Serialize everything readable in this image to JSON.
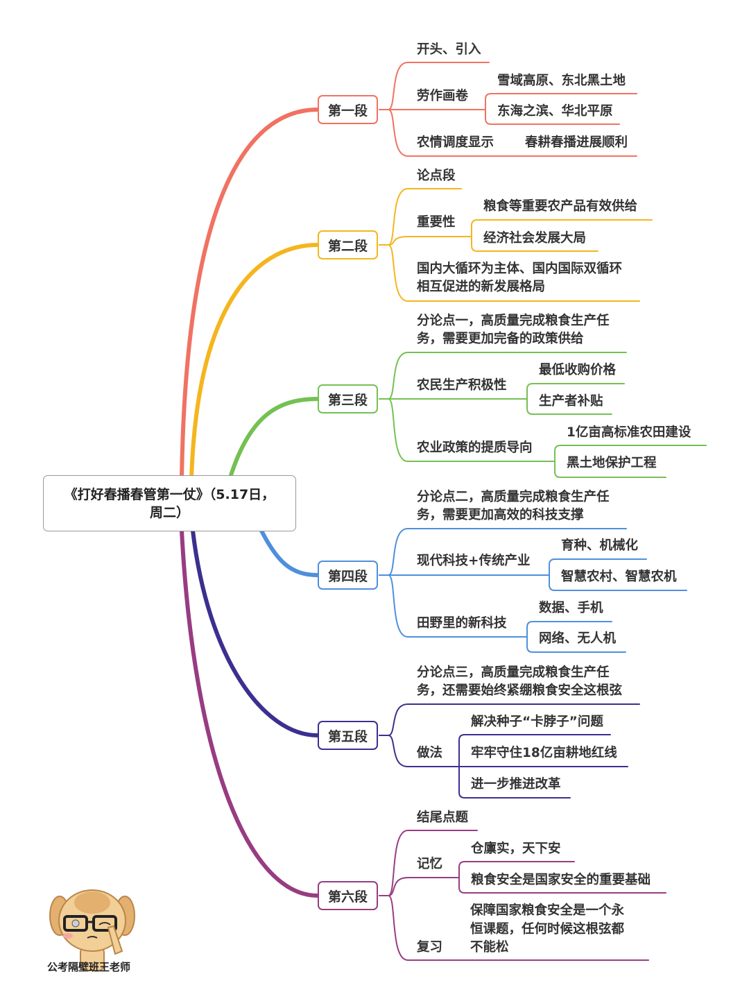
{
  "root": {
    "title": "《打好春播春管第一仗》（5.17日，周二）"
  },
  "colors": {
    "s1": "#f07262",
    "s2": "#f5b51e",
    "s3": "#74c153",
    "s4": "#4f8fdc",
    "s5": "#3b2f8f",
    "s6": "#983c82",
    "text": "#333333"
  },
  "sections": [
    {
      "label": "第一段",
      "children": [
        {
          "text": "开头、引入"
        },
        {
          "text": "劳作画卷",
          "children": [
            {
              "text": "雪域高原、东北黑土地"
            },
            {
              "text": "东海之滨、华北平原"
            }
          ]
        },
        {
          "text": "农情调度显示",
          "note": "春耕春播进展顺利"
        }
      ]
    },
    {
      "label": "第二段",
      "children": [
        {
          "text": "论点段"
        },
        {
          "text": "重要性",
          "children": [
            {
              "text": "粮食等重要农产品有效供给"
            },
            {
              "text": "经济社会发展大局"
            }
          ]
        },
        {
          "text": "国内大循环为主体、国内国际双循环",
          "text2": "相互促进的新发展格局"
        }
      ]
    },
    {
      "label": "第三段",
      "children": [
        {
          "text": "分论点一，高质量完成粮食生产任",
          "text2": "务，需要更加完备的政策供给"
        },
        {
          "text": "农民生产积极性",
          "children": [
            {
              "text": "最低收购价格"
            },
            {
              "text": "生产者补贴"
            }
          ]
        },
        {
          "text": "农业政策的提质导向",
          "children": [
            {
              "text": "1亿亩高标准农田建设"
            },
            {
              "text": "黑土地保护工程"
            }
          ]
        }
      ]
    },
    {
      "label": "第四段",
      "children": [
        {
          "text": "分论点二，高质量完成粮食生产任",
          "text2": "务，需要更加高效的科技支撑"
        },
        {
          "text": "现代科技+传统产业",
          "children": [
            {
              "text": "育种、机械化"
            },
            {
              "text": "智慧农村、智慧农机"
            }
          ]
        },
        {
          "text": "田野里的新科技",
          "children": [
            {
              "text": "数据、手机"
            },
            {
              "text": "网络、无人机"
            }
          ]
        }
      ]
    },
    {
      "label": "第五段",
      "children": [
        {
          "text": "分论点三，高质量完成粮食生产任",
          "text2": "务，还需要始终紧绷粮食安全这根弦"
        },
        {
          "text": "做法",
          "children": [
            {
              "text": "解决种子“卡脖子”问题"
            },
            {
              "text": "牢牢守住18亿亩耕地红线"
            },
            {
              "text": "进一步推进改革"
            }
          ]
        }
      ]
    },
    {
      "label": "第六段",
      "children": [
        {
          "text": "结尾点题"
        },
        {
          "text": "记忆",
          "children": [
            {
              "text": "仓廪实，天下安"
            },
            {
              "text": "粮食安全是国家安全的重要基础"
            }
          ]
        },
        {
          "text": "复习",
          "note_lines": [
            "保障国家粮食安全是一个永",
            "恒课题，任何时候这根弦都",
            "不能松"
          ]
        }
      ]
    }
  ],
  "watermark": {
    "label": "公考隔壁班王老师",
    "icon": "dog-with-glasses-mascot"
  }
}
